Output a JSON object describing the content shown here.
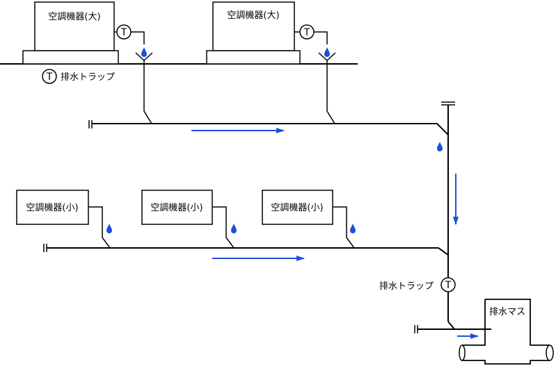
{
  "units": {
    "large_1": "空調機器(大)",
    "large_2": "空調機器(大)",
    "small_1": "空調機器(小)",
    "small_2": "空調機器(小)",
    "small_3": "空調機器(小)"
  },
  "trap_symbol": "T",
  "legend": {
    "trap_label": "排水トラップ"
  },
  "vertical_trap_label": "排水トラップ",
  "basin_label": "排水マス",
  "colors": {
    "line": "#000000",
    "flow": "#1f4fd8",
    "drop": "#1f4fd8"
  }
}
